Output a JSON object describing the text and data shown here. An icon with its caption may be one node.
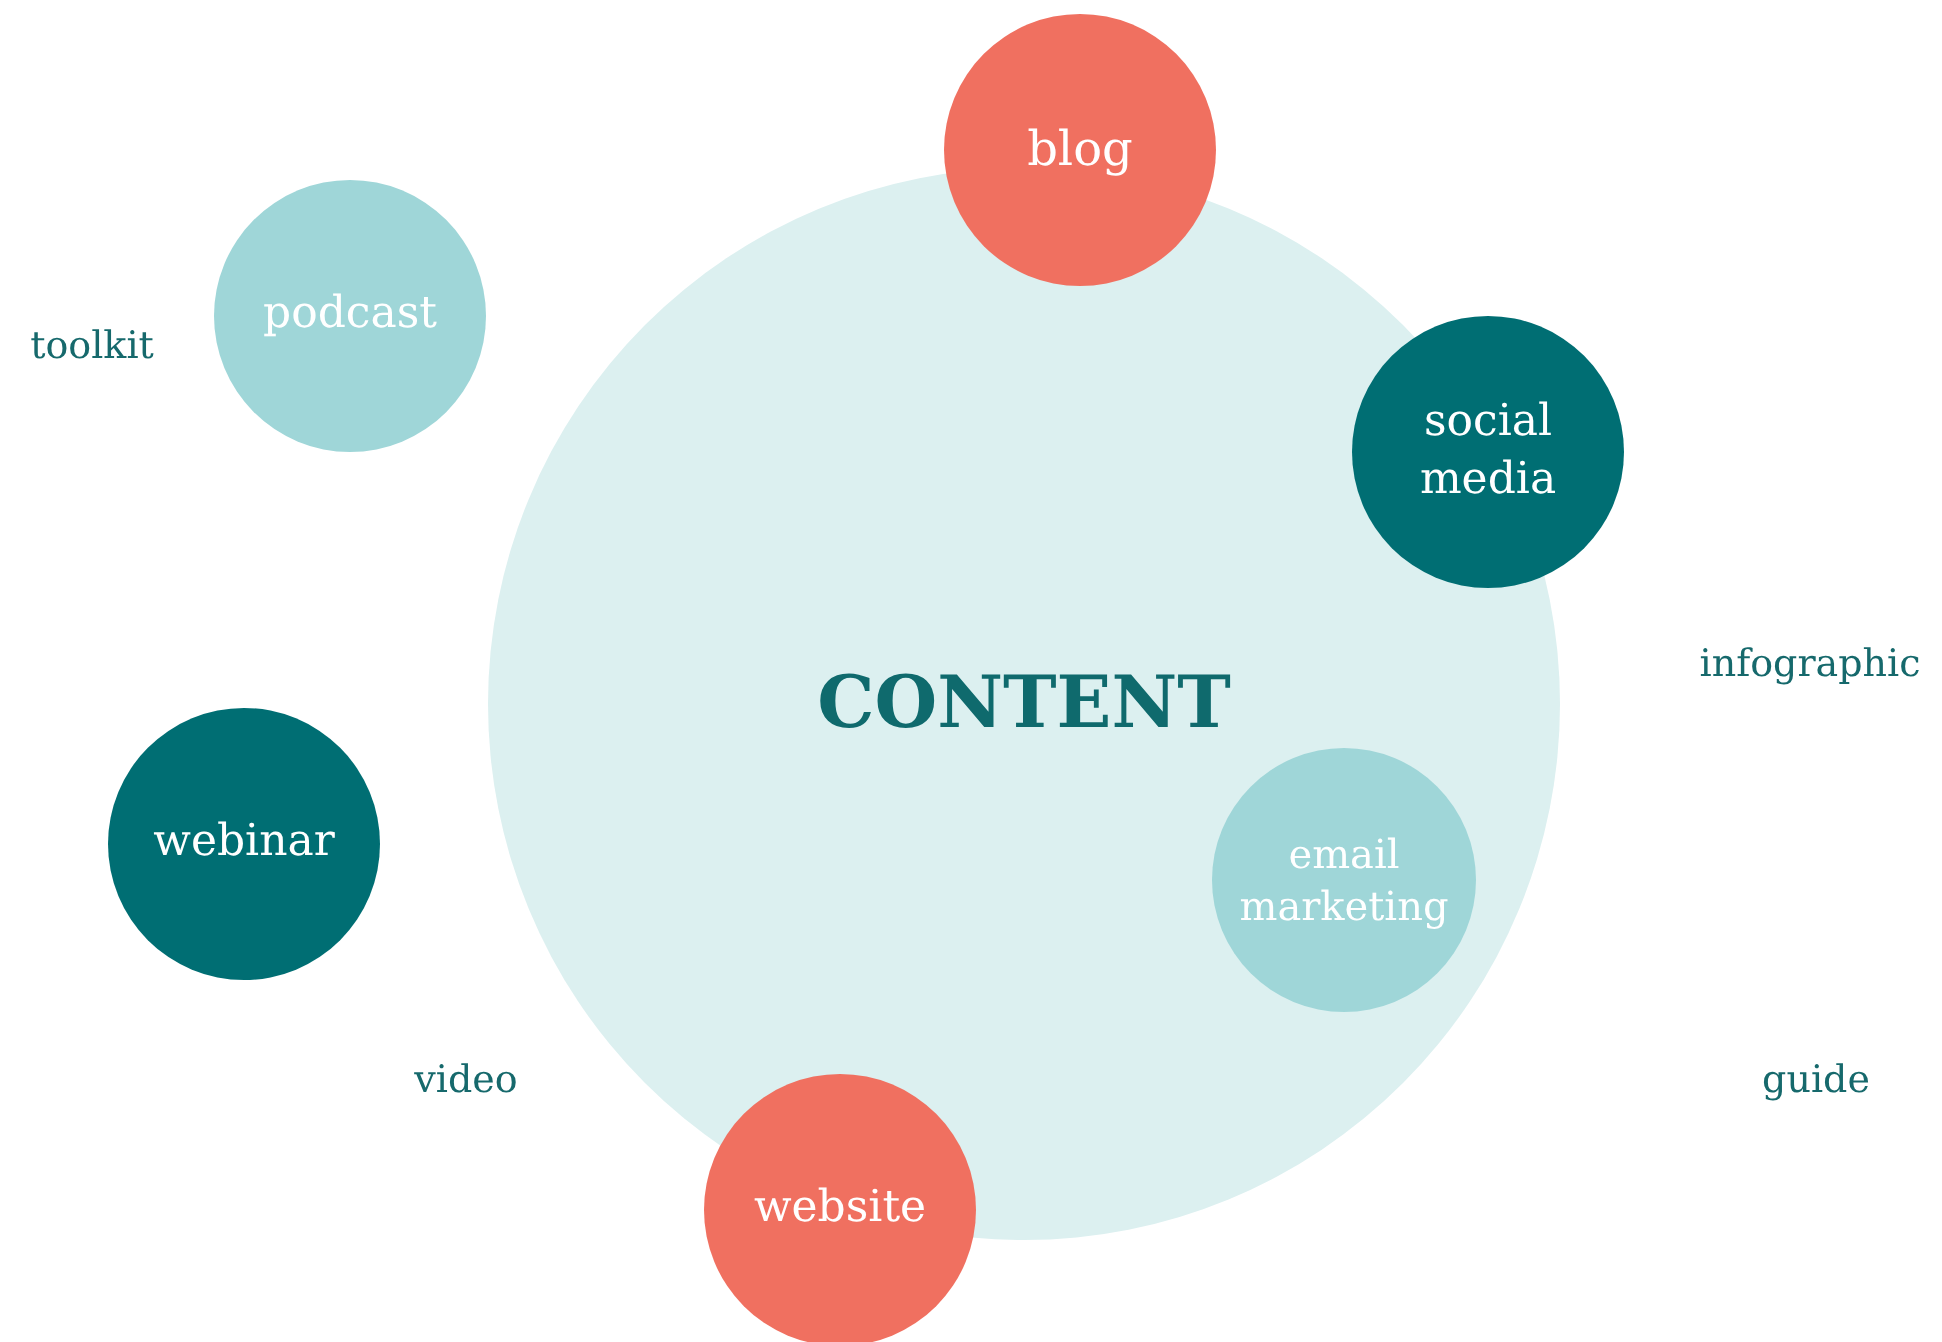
{
  "diagram": {
    "nodes": [
      {
        "text": [
          "CONTENT"
        ]
      },
      {
        "text": [
          "blog"
        ]
      },
      {
        "text": [
          "podcast"
        ]
      },
      {
        "text": [
          "social media"
        ]
      },
      {
        "text": [
          "webinar"
        ]
      },
      {
        "text": [
          "email marketing"
        ],
        "in": 0
      },
      {
        "text": [
          "website"
        ]
      }
    ],
    "labels": [
      "toolkit",
      "infographic",
      "video",
      "guide"
    ]
  }
}
